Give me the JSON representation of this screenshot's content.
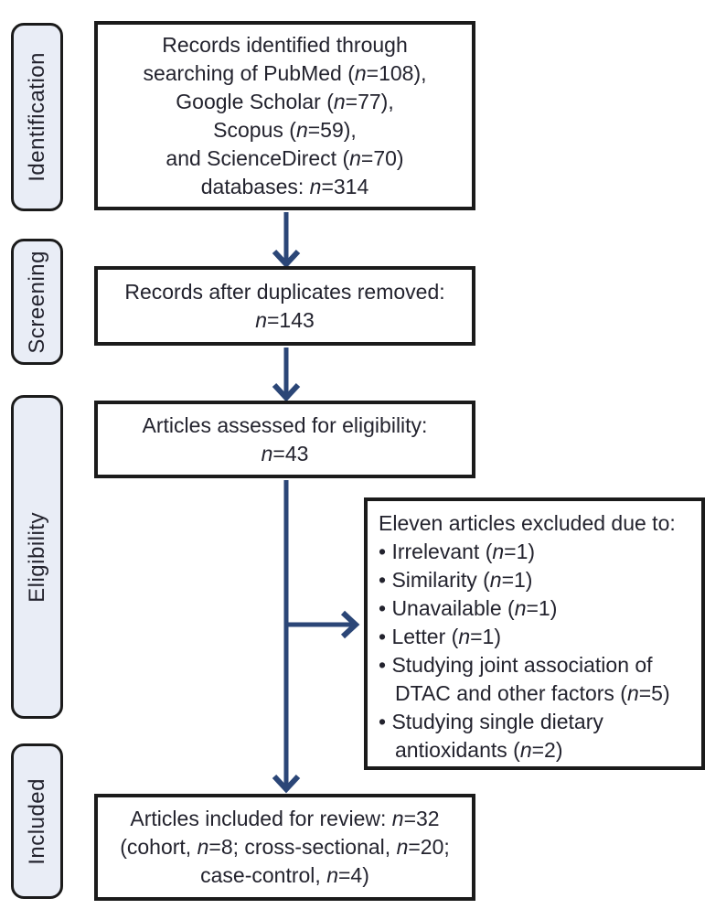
{
  "figure": {
    "type": "prisma-flow-diagram",
    "description": "Study selection flow diagram"
  },
  "colors": {
    "arrow": "#2b4677",
    "box_border": "#1b1b1b",
    "stage_fill": "#e9edf6",
    "text": "#23232e"
  },
  "stages": {
    "identification": "Identification",
    "screening": "Screening",
    "eligibility": "Eligibility",
    "included": "Included"
  },
  "boxes": {
    "identified": {
      "lines": [
        "Records identified through",
        "searching of PubMed (n=108),",
        "Google Scholar (n=77),",
        "Scopus (n=59),",
        "and ScienceDirect (n=70)",
        "databases: n=314"
      ]
    },
    "duplicates_removed": {
      "lines": [
        "Records after duplicates removed:",
        "n=143"
      ]
    },
    "assessed": {
      "lines": [
        "Articles assessed for eligibility:",
        "n=43"
      ]
    },
    "excluded": {
      "title": "Eleven articles excluded due to:",
      "reasons": [
        "Irrelevant (n=1)",
        "Similarity (n=1)",
        "Unavailable (n=1)",
        "Letter (n=1)",
        "Studying joint association of DTAC and other factors (n=5)",
        "Studying single dietary antioxidants (n=2)"
      ]
    },
    "included": {
      "lines": [
        "Articles included for review: n=32",
        "(cohort, n=8; cross-sectional, n=20;",
        "case-control, n=4)"
      ]
    }
  }
}
